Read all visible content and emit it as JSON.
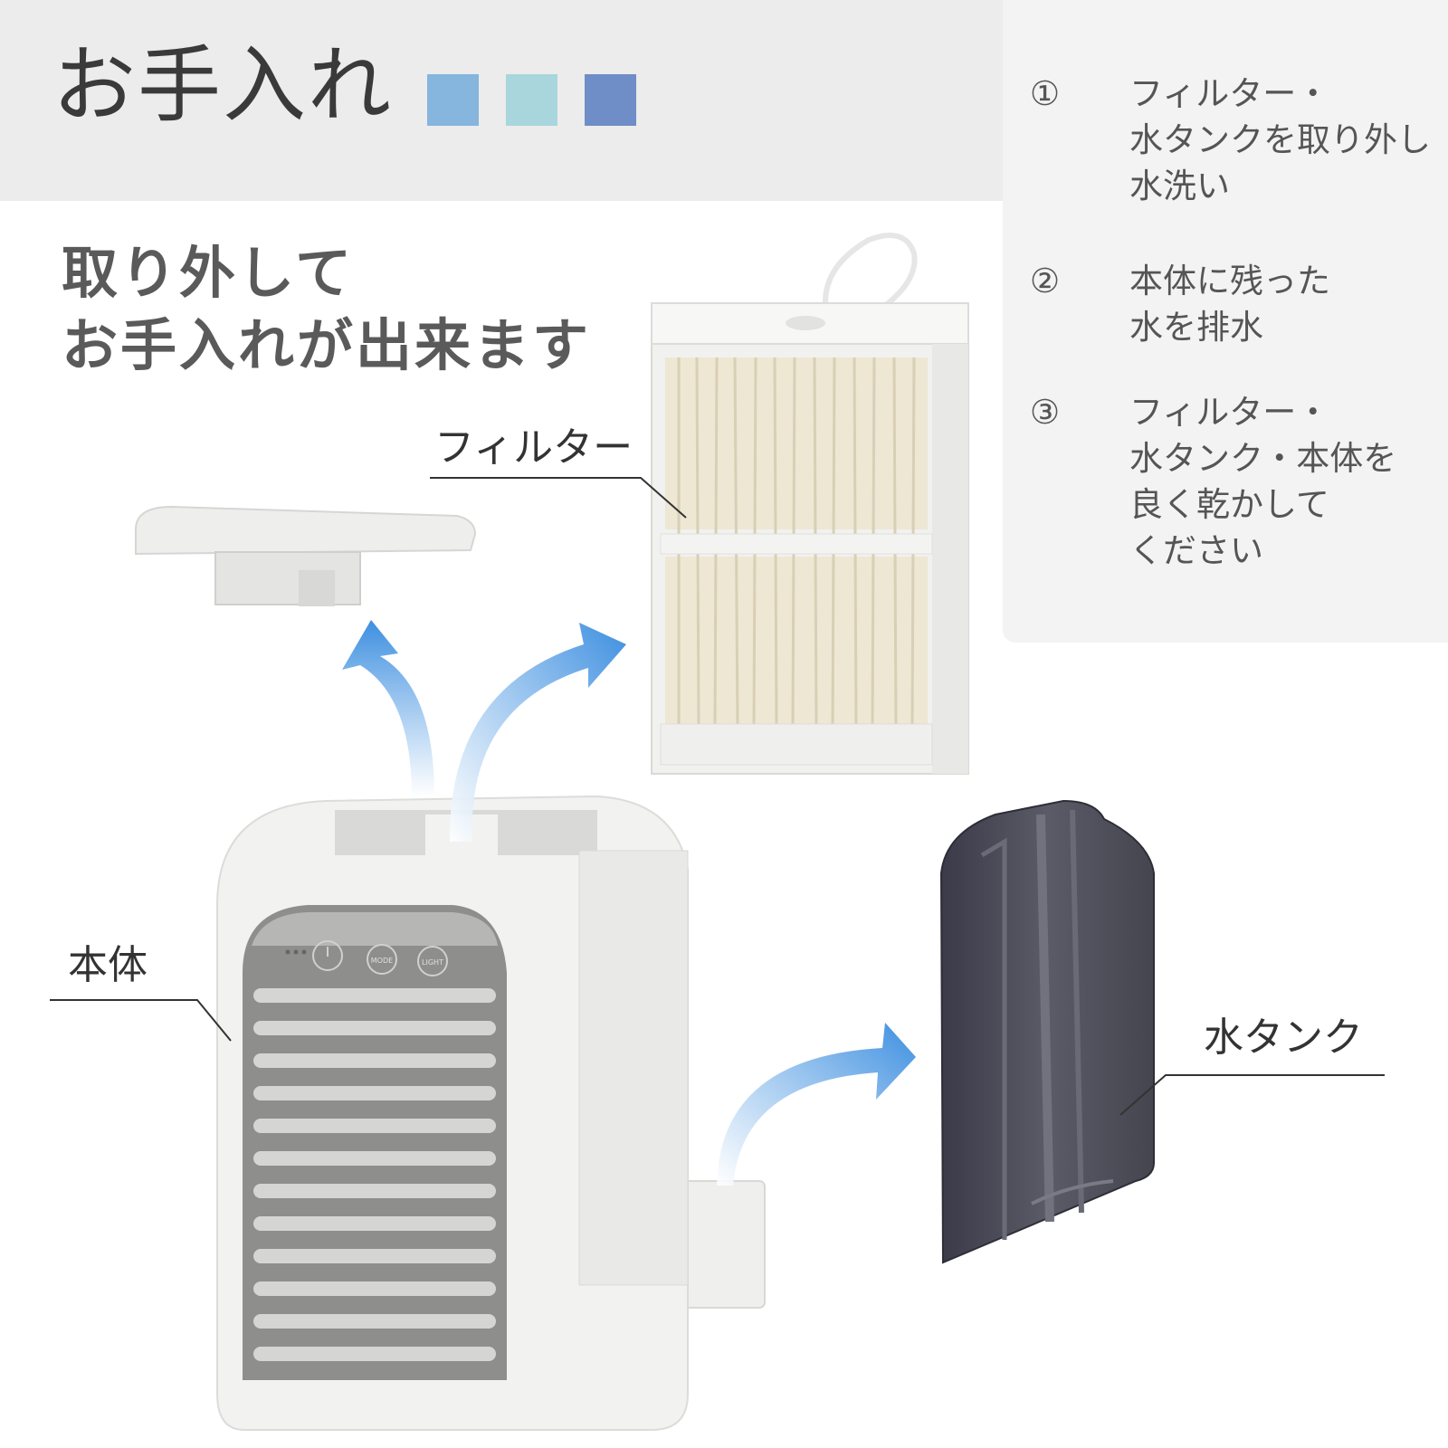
{
  "header": {
    "title": "お手入れ",
    "swatches": [
      "#86b5dd",
      "#a8d6dc",
      "#6f8dc6"
    ]
  },
  "subtitle": {
    "line1": "取り外して",
    "line2": "お手入れが出来ます"
  },
  "steps": [
    {
      "num": "①",
      "text": "フィルター・\n水タンクを取り外し\n水洗い"
    },
    {
      "num": "②",
      "text": "本体に残った\n水を排水"
    },
    {
      "num": "③",
      "text": "フィルター・\n水タンク・本体を\n良く乾かして\nください"
    }
  ],
  "labels": {
    "filter": "フィルター",
    "body": "本体",
    "tank": "水タンク"
  },
  "panel_buttons": {
    "mode": "MODE",
    "light": "LIGHT"
  },
  "colors": {
    "arrow": "#3d8fe0",
    "header_bg": "#ececec",
    "panel_bg": "#f3f3f3"
  }
}
